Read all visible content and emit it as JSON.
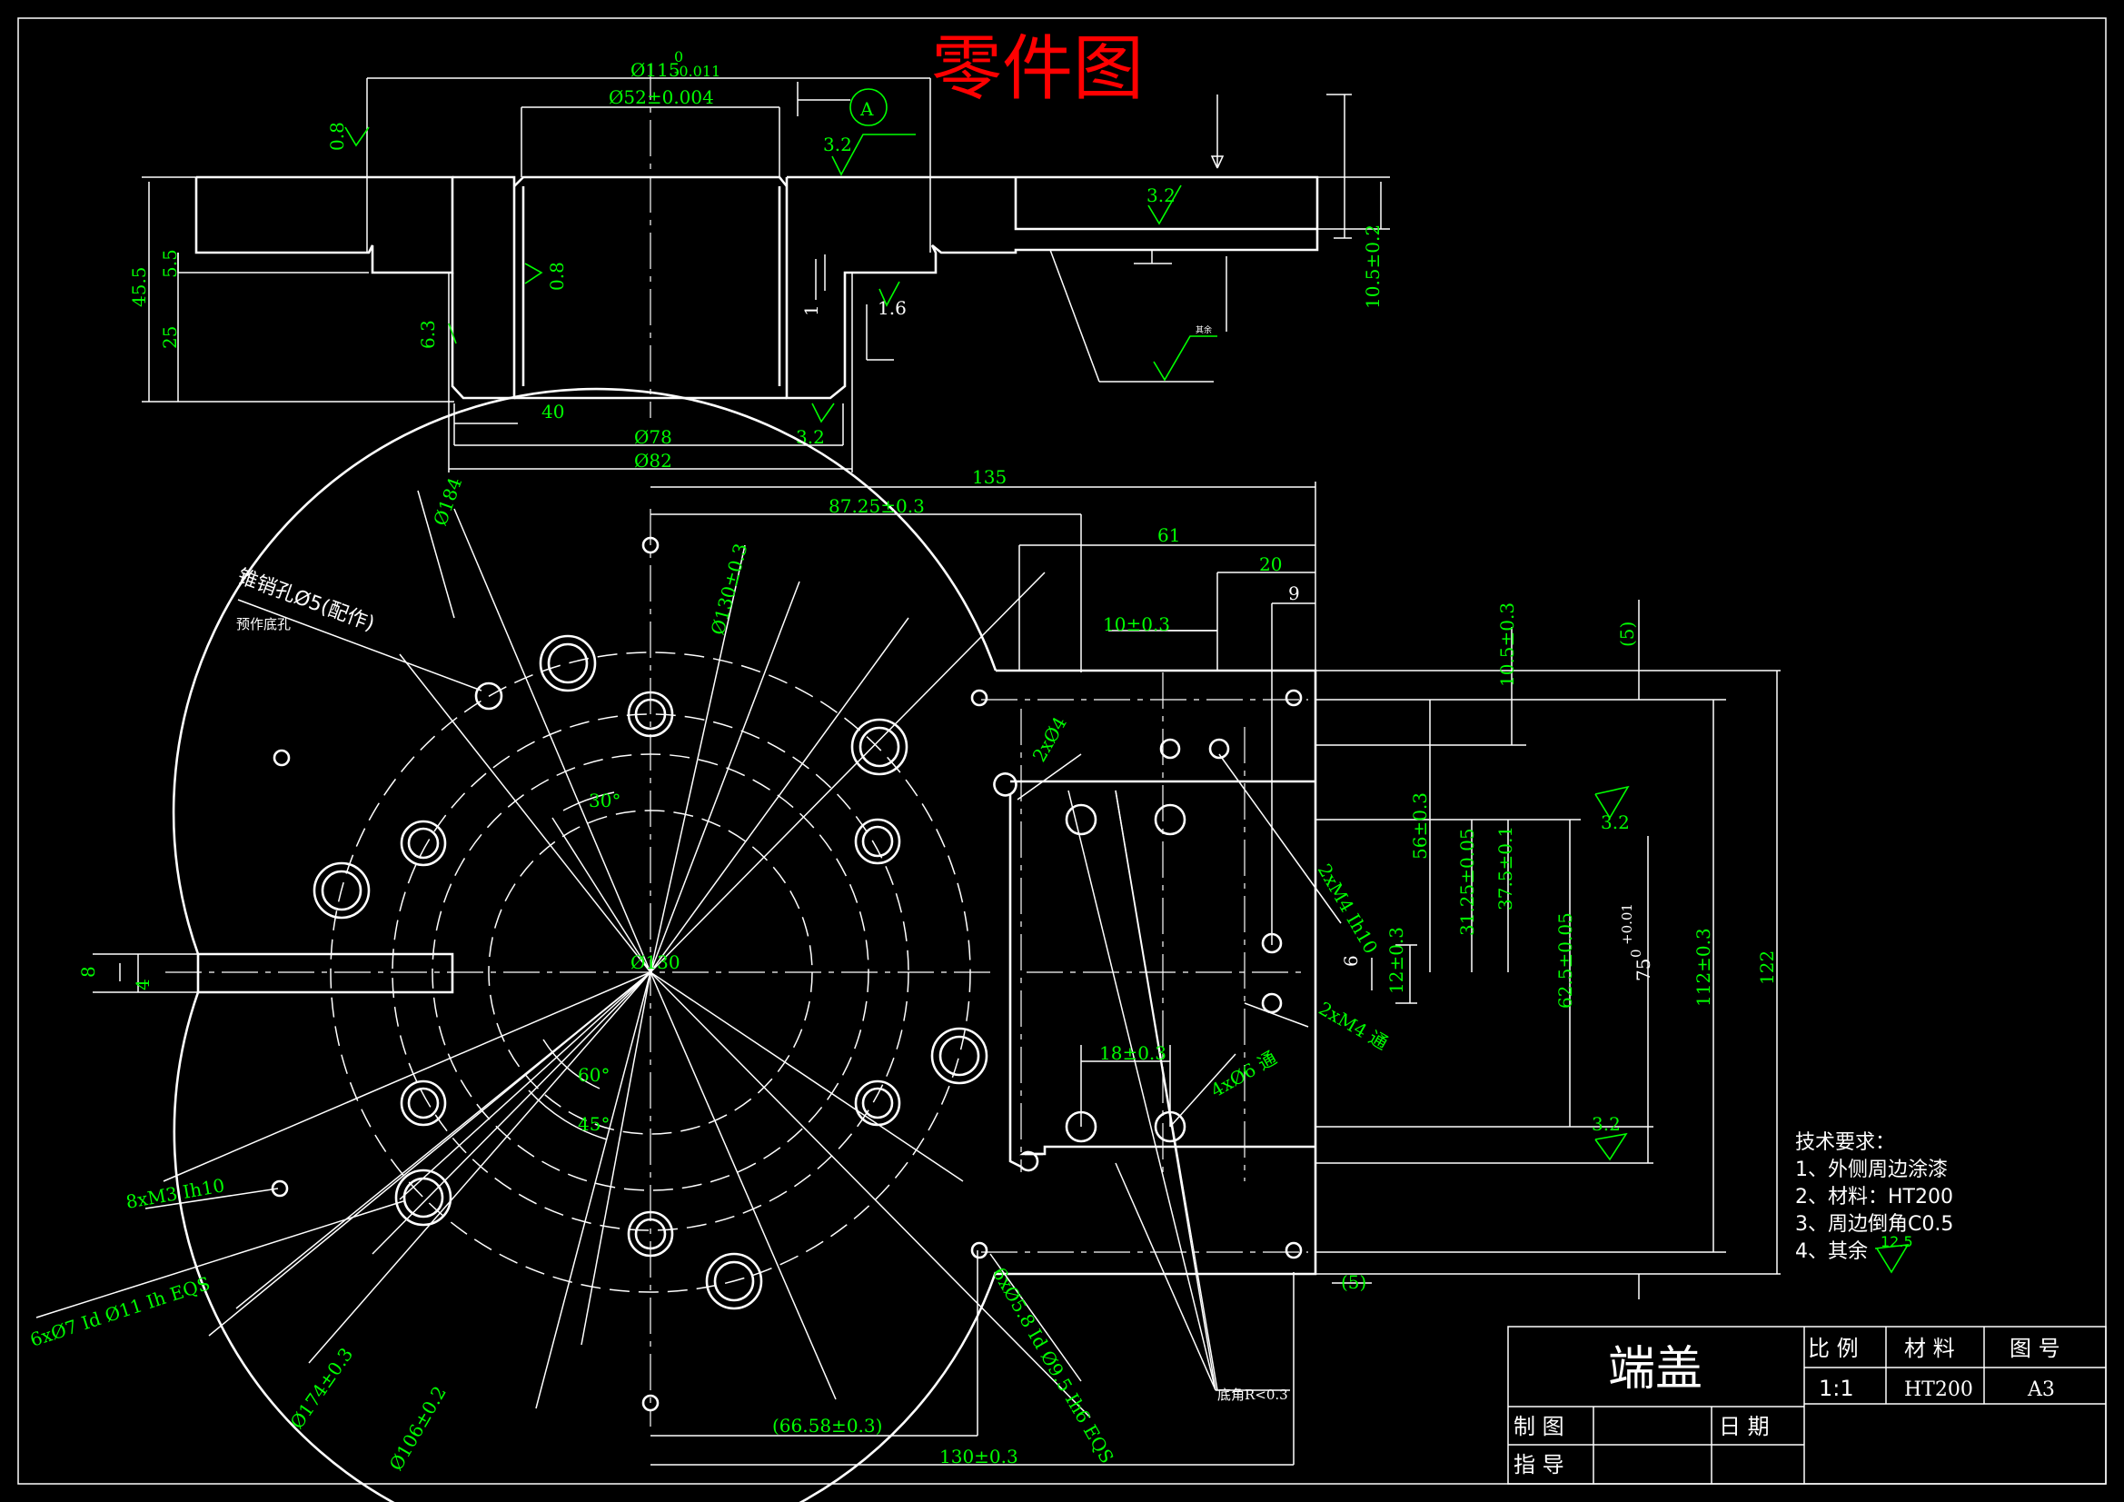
{
  "drawing_title": "零件图",
  "part_name": "端盖",
  "section_view": {
    "dims": {
      "d115": "Ø115",
      "d115_tol_upper": "0",
      "d115_tol_lower": "-0.011",
      "d52": "Ø52±0.004",
      "datum": "A",
      "r08_top": "0.8",
      "r32_top": "3.2",
      "r32_right": "3.2",
      "h45_5": "45.5",
      "h5_5": "5.5",
      "h25": "25",
      "r08_bore": "0.8",
      "r63": "6.3",
      "h1": "1",
      "r16": "1.6",
      "h10_5": "10.5±0.2",
      "d40": "40",
      "d78": "Ø78",
      "d82": "Ø82",
      "r32_bottom": "3.2",
      "small_note": "其余"
    }
  },
  "plan_view": {
    "dims": {
      "d184": "Ø184",
      "d130": "Ø130±0.3",
      "d130_center": "Ø130",
      "w135": "135",
      "w87_25": "87.25±0.3",
      "w61": "61",
      "w20": "20",
      "w9": "9",
      "w10": "10±0.3",
      "h10_5": "10.5±0.3",
      "paren5_top": "(5)",
      "paren5_bot": "(5)",
      "pin_hole": "锥销孔Ø5(配作)",
      "pre_hole": "预作底孔",
      "ang30": "30°",
      "ang60": "60°",
      "ang45": "45°",
      "slot8": "8",
      "slot4": "4",
      "holes2x4": "2xØ4",
      "m4_10": "2xM4 Ih10",
      "m4_thru": "2xM4 通",
      "h56": "56±0.3",
      "h31_25": "31.25±0.05",
      "h37_5": "37.5±0.1",
      "h62_5": "62.5±0.05",
      "h75": "75",
      "h75_upper": "+0.01",
      "h75_lower": "0",
      "h112": "112±0.3",
      "h122": "122",
      "h6": "6",
      "h12": "12±0.3",
      "r32_a": "3.2",
      "r32_b": "3.2",
      "w18": "18±0.3",
      "holes4x6": "4xØ6 通",
      "m3": "8xM3 Ih10",
      "d7": "6xØ7 Id Ø11 Ih EQS",
      "d5_8": "6xØ5.8 Id Ø9.5 Ih6 EQS",
      "d174": "Ø174±0.3",
      "d106": "Ø106±0.2",
      "w66_58": "(66.58±0.3)",
      "w130": "130±0.3",
      "fillet": "底角R<0.3"
    }
  },
  "tech_requirements": {
    "title": "技术要求：",
    "items": [
      "1、外侧周边涂漆",
      "2、材料：HT200",
      "3、周边倒角C0.5",
      "4、其余"
    ],
    "roughness": "12.5"
  },
  "title_block": {
    "scale_label": "比 例",
    "material_label": "材 料",
    "drawing_no_label": "图 号",
    "scale": "1:1",
    "material": "HT200",
    "drawing_no": "A3",
    "drawn_label": "制 图",
    "date_label": "日 期",
    "guide_label": "指 导"
  },
  "colors": {
    "background": "#000000",
    "outline": "#ffffff",
    "dimension": "#00ff00",
    "title": "#ff0000"
  }
}
